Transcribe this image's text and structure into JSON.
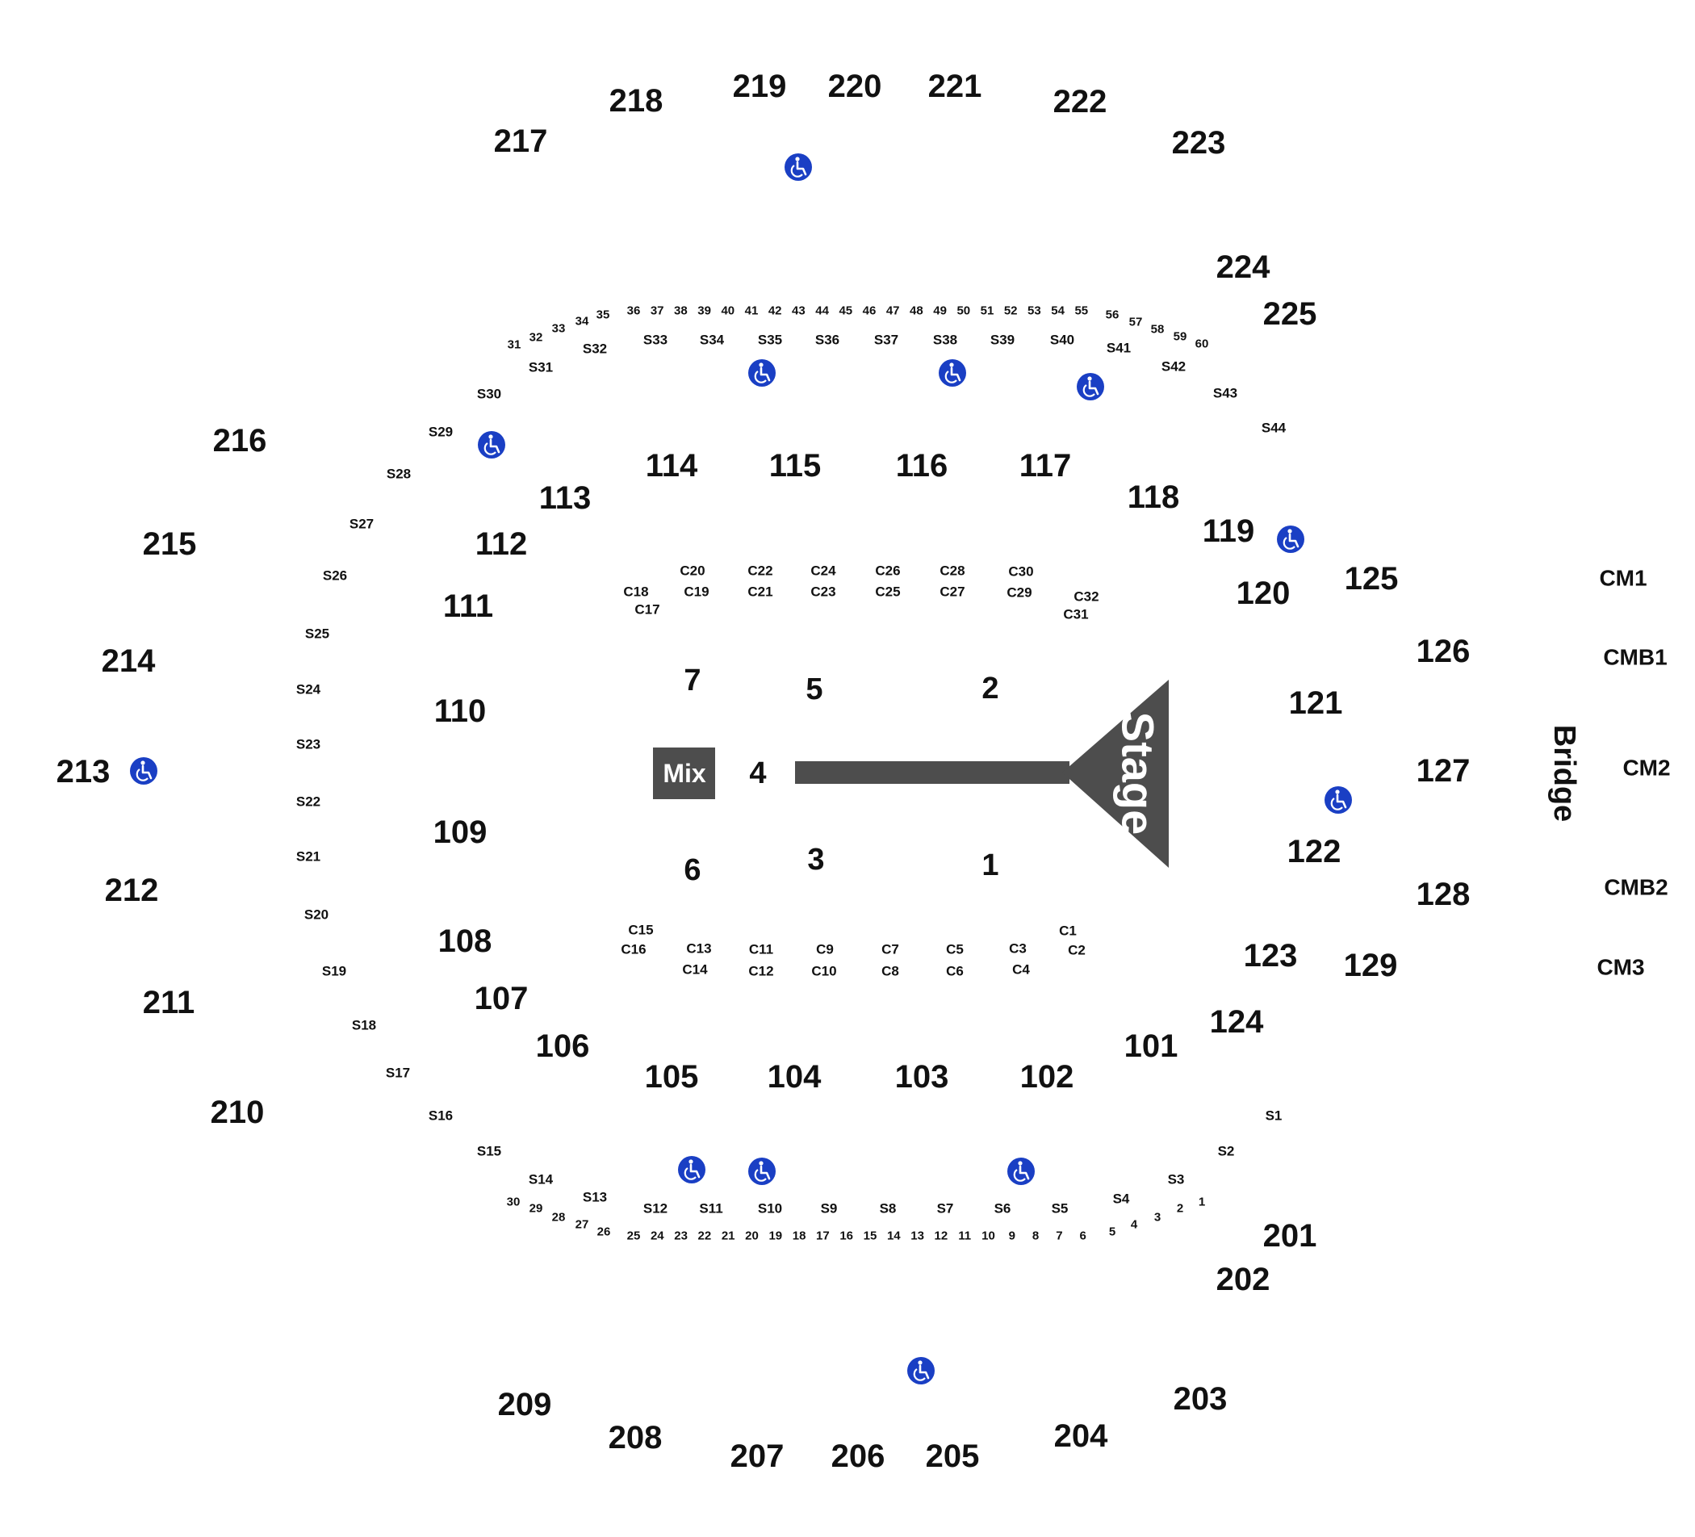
{
  "stage_label": "Stage",
  "mix_label": "Mix",
  "bridge_label": "Bridge",
  "colors": {
    "stage": "#4d4d4d",
    "accessible": "#1a3fc4",
    "text": "#111111"
  },
  "accessible_icon": "wheelchair-icon",
  "upper_sections": [
    "217",
    "218",
    "219",
    "220",
    "221",
    "222",
    "223",
    "224",
    "225",
    "216",
    "215",
    "214",
    "213",
    "212",
    "211",
    "210",
    "209",
    "208",
    "207",
    "206",
    "205",
    "204",
    "203",
    "202",
    "201"
  ],
  "lower_sections": [
    "114",
    "115",
    "116",
    "117",
    "118",
    "119",
    "120",
    "113",
    "112",
    "111",
    "110",
    "109",
    "108",
    "107",
    "106",
    "105",
    "104",
    "103",
    "102",
    "101",
    "124",
    "123",
    "122",
    "121"
  ],
  "side_sections": [
    "125",
    "126",
    "127",
    "128",
    "129"
  ],
  "floor_sections": [
    "7",
    "5",
    "2",
    "4",
    "6",
    "3",
    "1"
  ],
  "club_sections": [
    "CM1",
    "CMB1",
    "CM2",
    "CMB2",
    "CM3"
  ],
  "upper_suites": [
    "S29",
    "S30",
    "S31",
    "S32",
    "S33",
    "S34",
    "S35",
    "S36",
    "S37",
    "S38",
    "S39",
    "S40",
    "S41",
    "S42",
    "S43",
    "S44"
  ],
  "upper_suite_rows": [
    "31",
    "32",
    "33",
    "34",
    "35",
    "36",
    "37",
    "38",
    "39",
    "40",
    "41",
    "42",
    "43",
    "44",
    "45",
    "46",
    "47",
    "48",
    "49",
    "50",
    "51",
    "52",
    "53",
    "54",
    "55",
    "56",
    "57",
    "58",
    "59",
    "60"
  ],
  "side_suites": [
    "S28",
    "S27",
    "S26",
    "S25",
    "S24",
    "S23",
    "S22",
    "S21",
    "S20",
    "S19",
    "S18",
    "S17",
    "S16"
  ],
  "lower_suites": [
    "S15",
    "S14",
    "S13",
    "S12",
    "S11",
    "S10",
    "S9",
    "S8",
    "S7",
    "S6",
    "S5",
    "S4",
    "S3",
    "S2",
    "S1"
  ],
  "lower_suite_rows": [
    "30",
    "29",
    "28",
    "27",
    "26",
    "25",
    "24",
    "23",
    "22",
    "21",
    "20",
    "19",
    "18",
    "17",
    "16",
    "15",
    "14",
    "13",
    "12",
    "11",
    "10",
    "9",
    "8",
    "7",
    "6",
    "5",
    "4",
    "3",
    "2",
    "1"
  ],
  "courtside_top": [
    "C20",
    "C22",
    "C24",
    "C26",
    "C28",
    "C30",
    "C18",
    "C19",
    "C21",
    "C23",
    "C25",
    "C27",
    "C29",
    "C32",
    "C17",
    "C31"
  ],
  "courtside_bottom": [
    "C15",
    "C1",
    "C16",
    "C13",
    "C11",
    "C9",
    "C7",
    "C5",
    "C3",
    "C2",
    "C14",
    "C12",
    "C10",
    "C8",
    "C6",
    "C4"
  ]
}
